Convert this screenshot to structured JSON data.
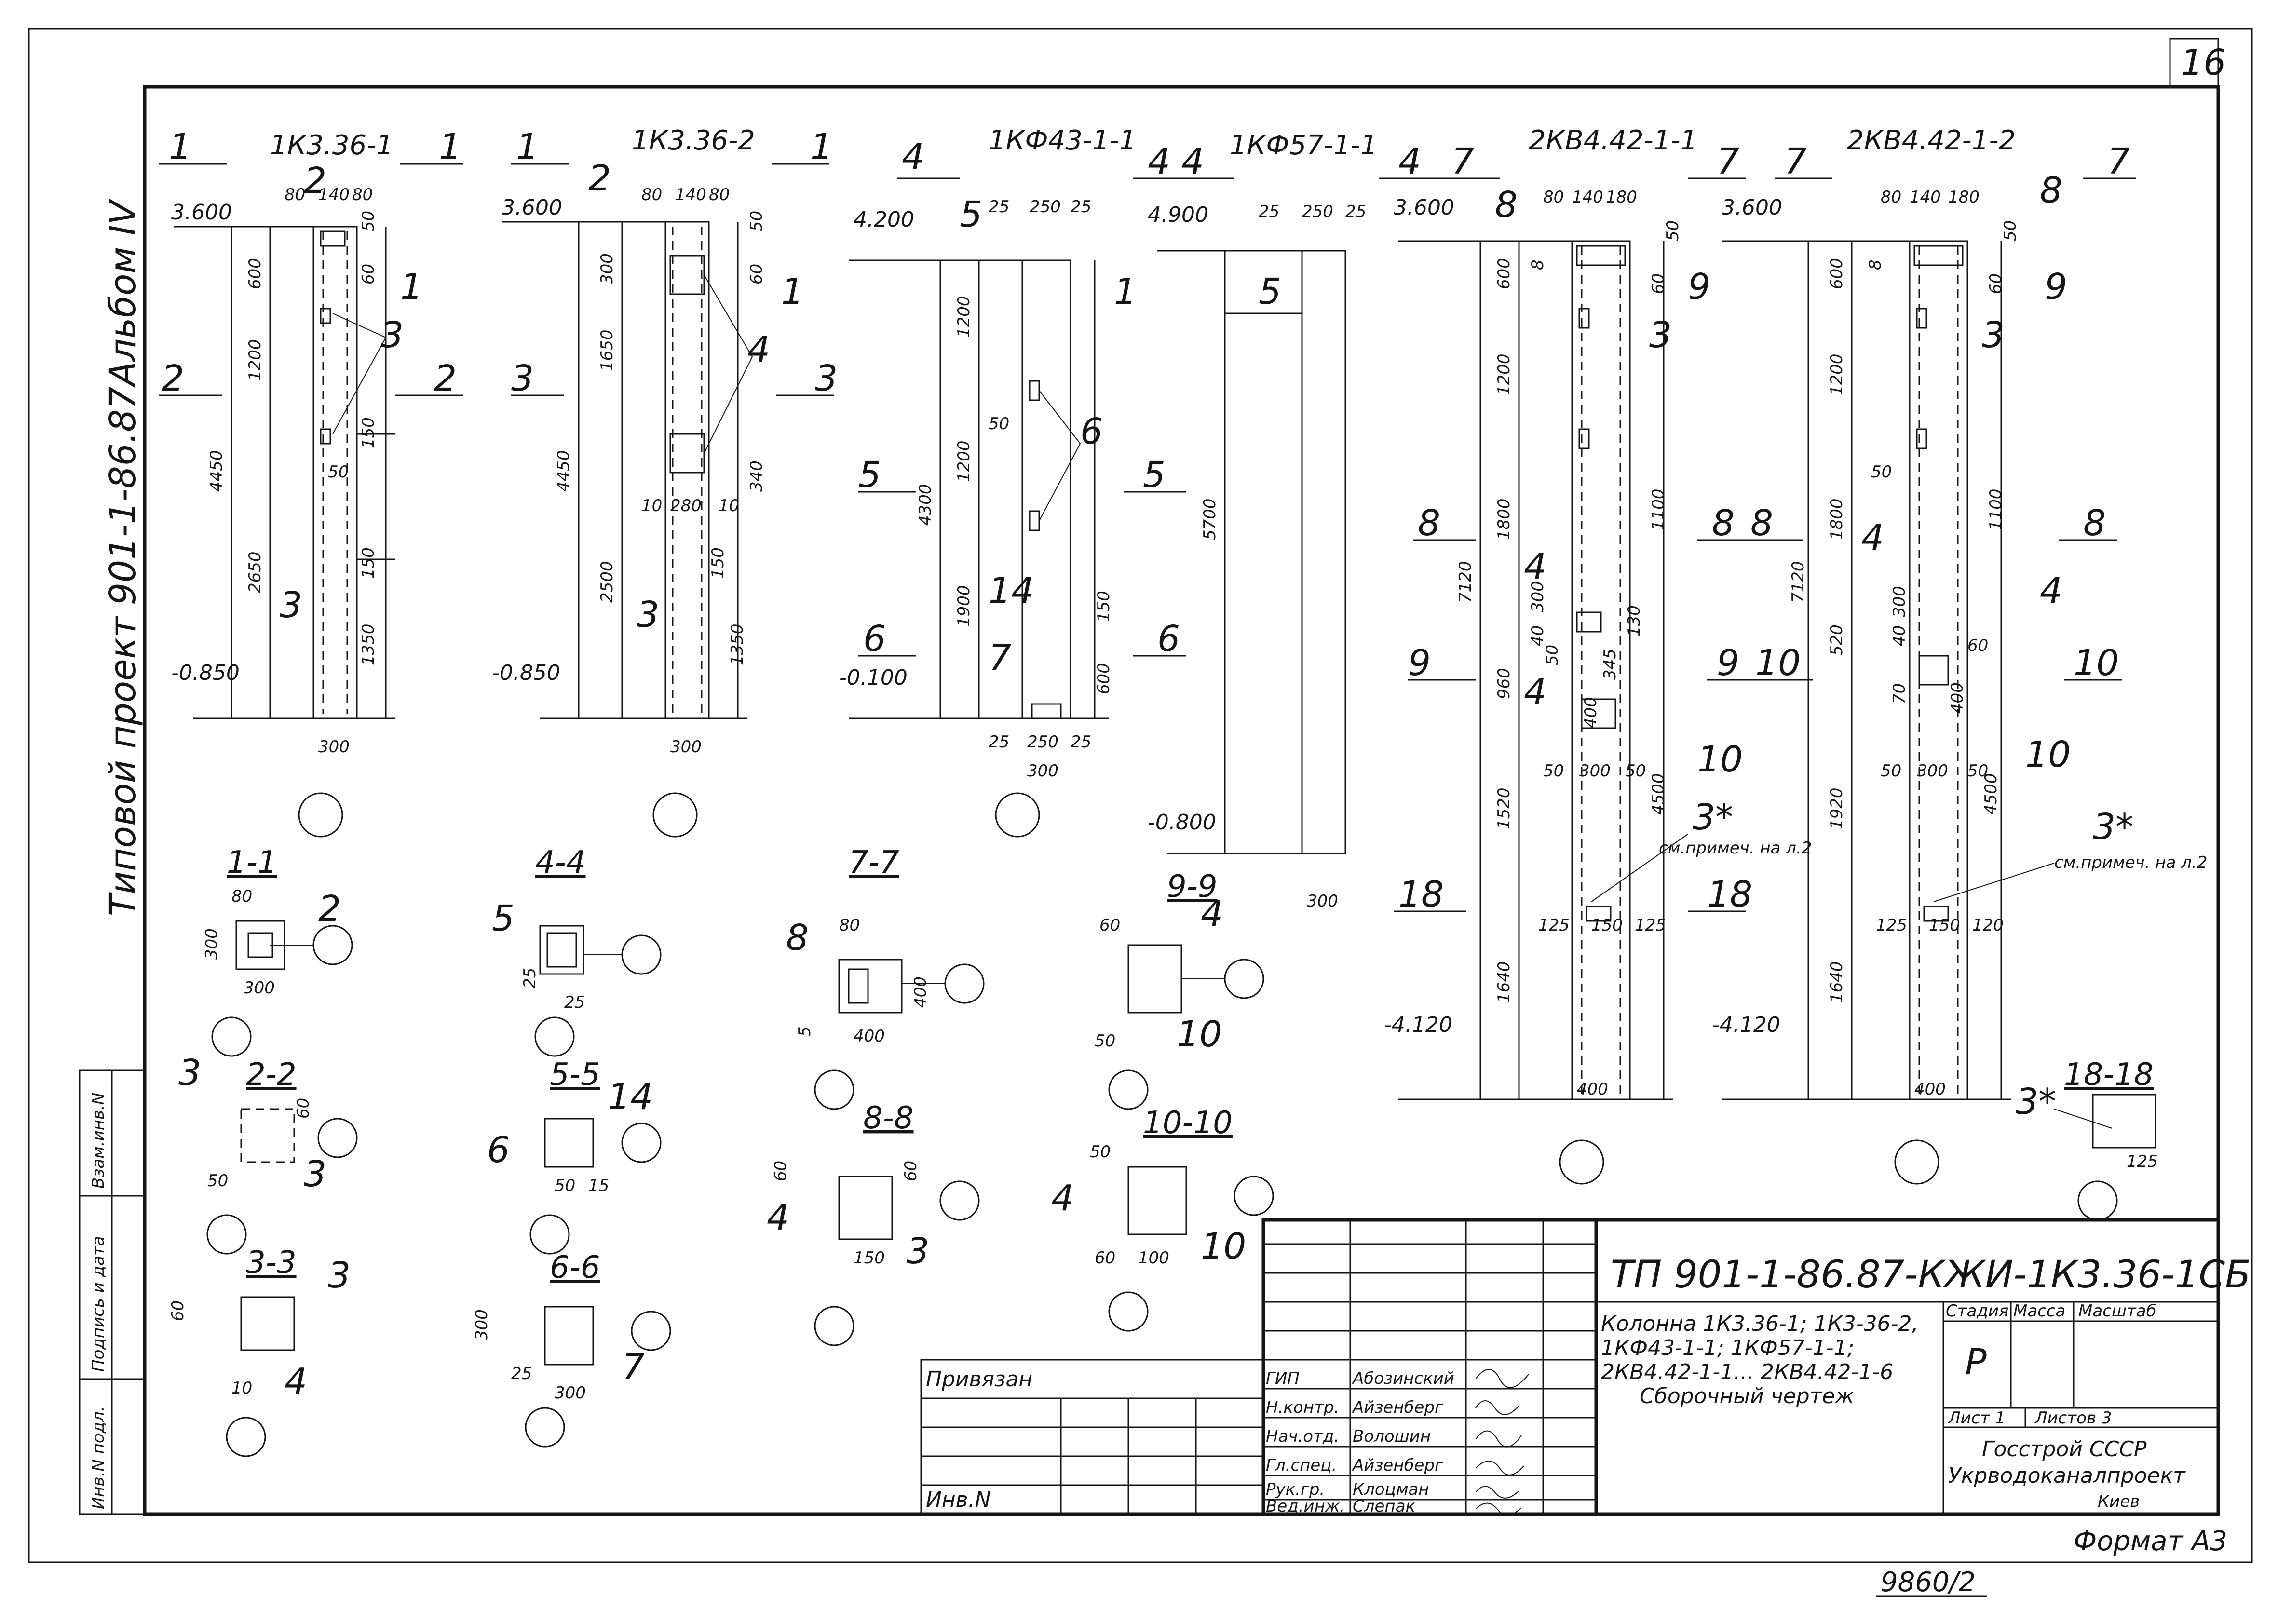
{
  "sheet": {
    "sheet_number": "16",
    "side_title": "Типовой проект 901-1-86.87",
    "album": "Альбом IV",
    "bottom_code": "9860/2",
    "format": "Формат А3"
  },
  "elevations": [
    {
      "id": "1k3-36-1",
      "title": "1К3.36-1",
      "cut_marks": [
        "1",
        "1",
        "2",
        "2"
      ],
      "levels": [
        "3.600",
        "-0.850"
      ],
      "dims": [
        "80",
        "140",
        "80",
        "50",
        "600",
        "1200",
        "60",
        "150",
        "50",
        "4450",
        "2650",
        "150",
        "1350",
        "300"
      ],
      "callouts": [
        "2",
        "1",
        "3",
        "3"
      ]
    },
    {
      "id": "1k3-36-2",
      "title": "1К3.36-2",
      "cut_marks": [
        "1",
        "1",
        "3",
        "3"
      ],
      "levels": [
        "3.600",
        "-0.850"
      ],
      "dims": [
        "80",
        "140",
        "80",
        "50",
        "300",
        "60",
        "1650",
        "340",
        "4450",
        "10",
        "280",
        "10",
        "150",
        "2500",
        "1350",
        "300"
      ],
      "callouts": [
        "2",
        "1",
        "4",
        "3"
      ]
    },
    {
      "id": "1kf43-1-1",
      "title": "1КФ43-1-1",
      "cut_marks": [
        "4",
        "4",
        "5",
        "5",
        "6",
        "6"
      ],
      "levels": [
        "4.200",
        "-0.100"
      ],
      "dims": [
        "25",
        "250",
        "25",
        "1200",
        "50",
        "4300",
        "1200",
        "1900",
        "150",
        "600",
        "25",
        "250",
        "25",
        "300"
      ],
      "callouts": [
        "5",
        "1",
        "6",
        "14",
        "7"
      ]
    },
    {
      "id": "1kf57-1-1",
      "title": "1КФ57-1-1",
      "cut_marks": [
        "4",
        "4"
      ],
      "levels": [
        "4.900",
        "-0.800"
      ],
      "dims": [
        "25",
        "250",
        "25",
        "5700",
        "300"
      ],
      "callouts": [
        "5"
      ]
    },
    {
      "id": "2kv4-42-1-1",
      "title": "2КВ4.42-1-1",
      "cut_marks": [
        "7",
        "7",
        "8",
        "8",
        "9",
        "9",
        "18",
        "18"
      ],
      "levels": [
        "3.600",
        "-4.120"
      ],
      "dims": [
        "80",
        "140",
        "180",
        "50",
        "600",
        "8",
        "60",
        "1200",
        "1800",
        "7120",
        "300",
        "40",
        "50",
        "130",
        "1100",
        "960",
        "400",
        "345",
        "1520",
        "50",
        "300",
        "50",
        "4500",
        "125",
        "150",
        "125",
        "1640",
        "400"
      ],
      "callouts": [
        "8",
        "9",
        "3",
        "4",
        "4",
        "10",
        "3*"
      ],
      "note": "см.примеч. на л.2"
    },
    {
      "id": "2kv4-42-1-2",
      "title": "2КВ4.42-1-2",
      "cut_marks": [
        "7",
        "7",
        "8",
        "8",
        "10",
        "10"
      ],
      "levels": [
        "3.600",
        "-4.120"
      ],
      "dims": [
        "80",
        "140",
        "180",
        "50",
        "600",
        "8",
        "60",
        "1200",
        "50",
        "1800",
        "7120",
        "300",
        "40",
        "520",
        "60",
        "70",
        "1100",
        "400",
        "1920",
        "50",
        "300",
        "50",
        "4500",
        "125",
        "150",
        "120",
        "1640",
        "400"
      ],
      "callouts": [
        "8",
        "9",
        "3",
        "4",
        "4",
        "10",
        "3*"
      ],
      "note": "см.примеч. на л.2"
    }
  ],
  "sections": [
    {
      "id": "1-1",
      "title": "1-1",
      "dims": [
        "80",
        "300",
        "300"
      ],
      "callouts": [
        "2"
      ]
    },
    {
      "id": "2-2",
      "title": "2-2",
      "dims": [
        "60",
        "50"
      ],
      "callouts": [
        "3",
        "3"
      ]
    },
    {
      "id": "3-3",
      "title": "3-3",
      "dims": [
        "60",
        "10"
      ],
      "callouts": [
        "3",
        "4"
      ]
    },
    {
      "id": "4-4",
      "title": "4-4",
      "dims": [
        "25",
        "25"
      ],
      "callouts": [
        "5"
      ]
    },
    {
      "id": "5-5",
      "title": "5-5",
      "dims": [
        "50",
        "15"
      ],
      "callouts": [
        "6",
        "14"
      ]
    },
    {
      "id": "6-6",
      "title": "6-6",
      "dims": [
        "300",
        "25",
        "300"
      ],
      "callouts": [
        "7"
      ]
    },
    {
      "id": "7-7",
      "title": "7-7",
      "dims": [
        "80",
        "400",
        "5",
        "400"
      ],
      "callouts": [
        "8"
      ]
    },
    {
      "id": "8-8",
      "title": "8-8",
      "dims": [
        "60",
        "60",
        "150"
      ],
      "callouts": [
        "4",
        "3"
      ]
    },
    {
      "id": "9-9",
      "title": "9-9",
      "dims": [
        "60",
        "50"
      ],
      "callouts": [
        "4",
        "10"
      ]
    },
    {
      "id": "10-10",
      "title": "10-10",
      "dims": [
        "50",
        "60",
        "100"
      ],
      "callouts": [
        "4",
        "10"
      ]
    },
    {
      "id": "18-18",
      "title": "18-18",
      "dims": [
        "125"
      ],
      "callouts": [
        "3*"
      ]
    }
  ],
  "title_block": {
    "doc_code": "ТП 901-1-86.87-КЖИ-1К3.36-1СБ",
    "desc_lines": [
      "Колонна 1К3.36-1; 1К3-36-2,",
      "1КФ43-1-1; 1КФ57-1-1;",
      "2КВ4.42-1-1... 2КВ4.42-1-6",
      "Сборочный чертеж"
    ],
    "stage_label": "Стадия",
    "mass_label": "Масса",
    "scale_label": "Масштаб",
    "stage_value": "Р",
    "sheet_label": "Лист 1",
    "sheets_label": "Листов 3",
    "org": [
      "Госстрой СССР",
      "Укрводоканалпроект",
      "Киев"
    ],
    "privyazan": "Привязан",
    "inv_no": "Инв.N",
    "roles": [
      {
        "role": "ГИП",
        "name": "Абозинский"
      },
      {
        "role": "Н.контр.",
        "name": "Айзенберг"
      },
      {
        "role": "Нач.отд.",
        "name": "Волошин"
      },
      {
        "role": "Гл.спец.",
        "name": "Айзенберг"
      },
      {
        "role": "Рук.гр.",
        "name": "Клоцман"
      },
      {
        "role": "Вед.инж.",
        "name": "Слепак"
      }
    ]
  },
  "side_stamp": [
    "Инв.N подл.",
    "Подпись и дата",
    "Взам.инв.N"
  ]
}
